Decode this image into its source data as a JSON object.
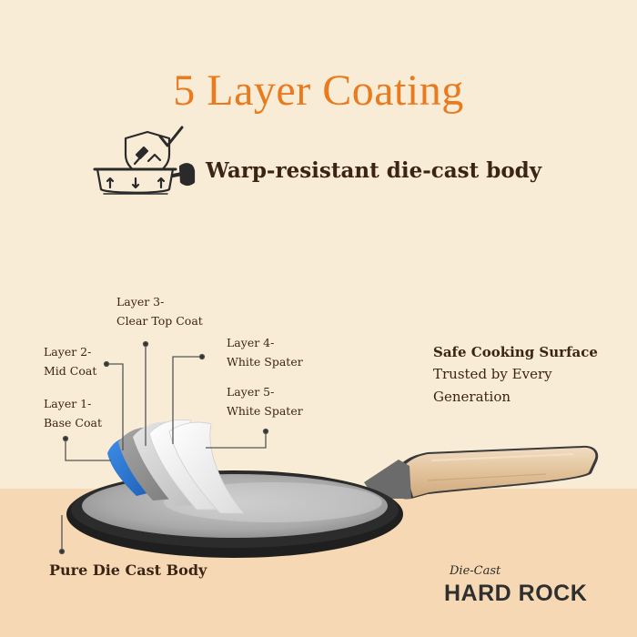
{
  "headline": "5 Layer Coating",
  "feature": {
    "text": "Warp-resistant die-cast body",
    "icon": "warp-resistant-pan-icon"
  },
  "layers": [
    {
      "title": "Layer 1-",
      "subtitle": "Base Coat"
    },
    {
      "title": "Layer 2-",
      "subtitle": "Mid Coat"
    },
    {
      "title": "Layer 3-",
      "subtitle": "Clear Top Coat"
    },
    {
      "title": "Layer 4-",
      "subtitle": "White Spater"
    },
    {
      "title": "Layer 5-",
      "subtitle": "White Spater"
    }
  ],
  "safety": {
    "title": "Safe Cooking Surface",
    "subtitle": "Trusted by Every Generation"
  },
  "body_label": "Pure Die Cast Body",
  "brand": {
    "script": "Die-Cast",
    "name": "HARD ROCK"
  },
  "colors": {
    "title": "#ea7a1e",
    "text": "#3c2415",
    "background": "#f8ecd6",
    "band": "#f6d9b4"
  }
}
